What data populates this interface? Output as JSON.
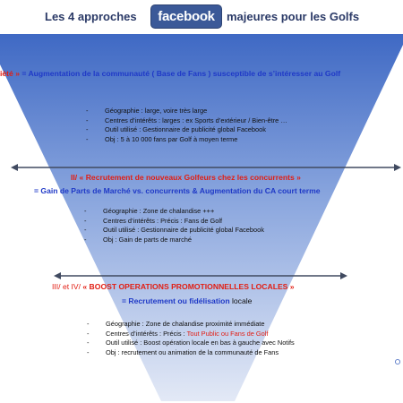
{
  "header": {
    "title_before": "Les 4 approches",
    "brand": "facebook",
    "title_after": "majeures pour les Golfs"
  },
  "levels": [
    {
      "label_partial": "ièté »",
      "goal": "= Augmentation de la communauté ( Base de Fans ) susceptible de s’intéresser au Golf",
      "bullets": [
        "Géographie : large, voire très large",
        "Centres d’intérêts : larges : ex Sports d’extérieur / Bien-être …",
        "Outil utilisé : Gestionnaire de publicité global Facebook",
        "Obj : 5 à 10 000 fans par Golf à moyen terme"
      ]
    },
    {
      "label": "II/ « Recrutement de nouveaux Golfeurs chez les concurrents »",
      "goal": "= Gain de Parts de Marché vs. concurrents & Augmentation du CA court terme",
      "bullets": [
        "Géographie : Zone de chalandise +++",
        "Centres d’intérêts : Précis : Fans de Golf",
        "Outil utilisé : Gestionnaire de publicité global Facebook",
        "Obj : Gain de parts de marché"
      ]
    },
    {
      "label_prefix": "III/ et IV/",
      "label": "« BOOST OPERATIONS PROMOTIONNELLES LOCALES »",
      "goal_prefix": "=",
      "goal_strong": "Recrutement ou fidélisation",
      "goal_suffix": "locale",
      "bullets": [
        "Géographie : Zone de chalandise proximité immédiate",
        "Outil utilisé : Boost opération locale en bas à gauche avec Notifs",
        "Obj : recrutement ou animation de la communauté de Fans"
      ],
      "interest_prefix": "Centres d’intérêts : Précis :",
      "interest_value": "Tout Public ou Fans de Golf"
    }
  ],
  "colors": {
    "funnel_top": "#3f69c4",
    "funnel_bottom": "#e3e9f6",
    "label_red": "#e21d12",
    "goal_blue": "#1f39c7",
    "brand_bg": "#3b5998"
  }
}
